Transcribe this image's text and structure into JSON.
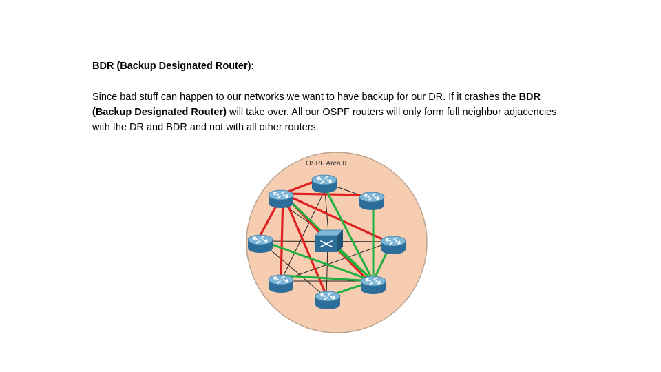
{
  "heading": "BDR (Backup Designated Router):",
  "paragraph": {
    "part1": "Since bad stuff can happen to our networks we want to have backup for our DR. If it crashes the ",
    "bold": "BDR (Backup Designated Router)",
    "part2": " will take over. All our OSPF routers will only form full neighbor adjacencies with the DR and BDR and not with all other routers."
  },
  "diagram": {
    "area_label": "OSPF Area 0",
    "colors": {
      "area_fill": "#f6cdb0",
      "area_stroke": "#b9a28f",
      "dr_links": "#e02020",
      "bdr_links": "#20b040",
      "other_links": "#222222",
      "router_top": "#7fb6d6",
      "router_side": "#2c6e99"
    }
  }
}
